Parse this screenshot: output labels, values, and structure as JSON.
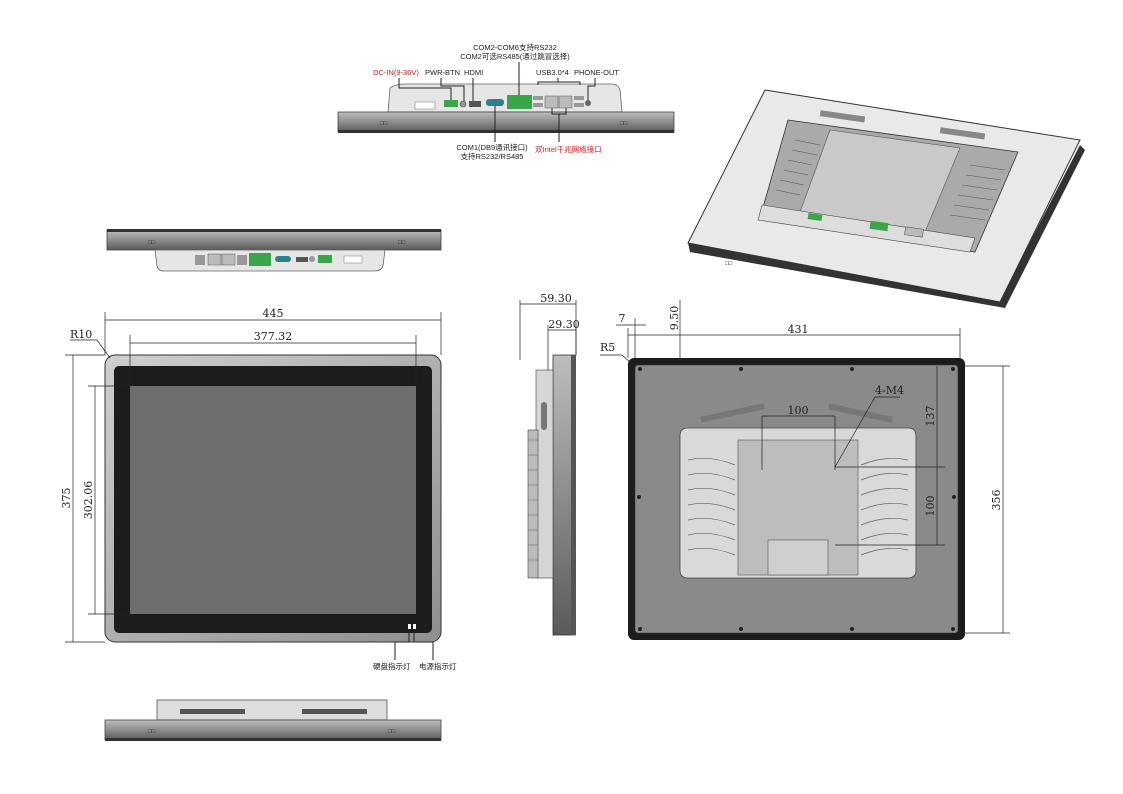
{
  "top_view": {
    "labels": {
      "dc_in": "DC-IN(9-36V)",
      "pwr_btn": "PWR-BTN",
      "hdmi": "HDMI",
      "com2_6_line1": "COM2-COM6支持RS232",
      "com2_6_line2": "COM2可选RS485(通过跳冒选择)",
      "usb": "USB3.0*4",
      "phone_out": "PHONE-OUT",
      "com1_line1": "COM1(DB9通讯接口)",
      "com1_line2": "支持RS232/RS485",
      "lan": "双Intel千兆网络接口"
    }
  },
  "front_view": {
    "dims": {
      "width": "445",
      "display_width": "377.32",
      "height": "375",
      "display_height": "302.06",
      "radius": "R10"
    },
    "labels": {
      "hdd_led": "硬盘指示灯",
      "power_led": "电源指示灯"
    }
  },
  "side_view": {
    "dims": {
      "depth": "59.30",
      "body_depth": "29.30"
    }
  },
  "back_view": {
    "dims": {
      "bezel": "7",
      "offset": "9.50",
      "width": "431",
      "radius": "R5",
      "holes": "4-M4",
      "hole_spacing_h": "100",
      "top_offset": "137",
      "hole_spacing_v": "100",
      "height": "356"
    }
  },
  "colors": {
    "accent_red": "#e02020",
    "panel_gray": "#7a7a7a",
    "bezel_dark": "#222222",
    "connector_green": "#3aa64a"
  }
}
